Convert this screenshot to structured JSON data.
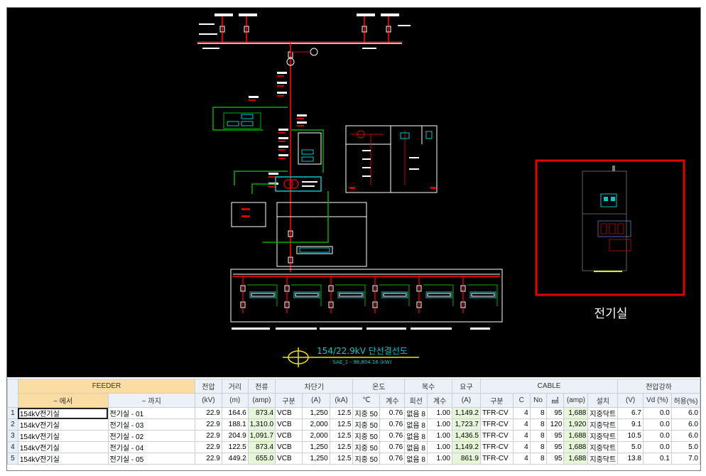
{
  "diagram": {
    "title": "154/22.9kV 단선결선도",
    "subtitle": "SAE_1 - 98,804.16 (kW)",
    "zone_caption": "전기실"
  },
  "colors": {
    "cad_background": "#000000",
    "bus_red": "#d00000",
    "wire_green": "#00b000",
    "wire_white": "#ffffff",
    "accent_cyan": "#00c8c8",
    "highlight_box": "#e60000",
    "title_yellow": "#f2e400"
  },
  "table": {
    "group_headers": {
      "feeder": "FEEDER",
      "voltage": "전압",
      "distance": "거리",
      "current": "전류",
      "breaker": "차단기",
      "temperature": "온도",
      "multiple": "복수",
      "demand": "요구",
      "cable": "CABLE",
      "vdrop": "전압강하"
    },
    "sub_headers": [
      "~ 에서",
      "~ 까지",
      "(kV)",
      "(m)",
      "(amp)",
      "구분",
      "(A)",
      "(kA)",
      "℃",
      "계수",
      "회선",
      "계수",
      "(A)",
      "구분",
      "C",
      "No",
      "㎟",
      "(amp)",
      "설치",
      "(V)",
      "Vd (%)",
      "허용(%)"
    ],
    "rows": [
      {
        "n": "1",
        "from": "154kV전기실",
        "to": "전기실 - 01",
        "kv": "22.9",
        "m": "164.6",
        "amp": "873.4",
        "bk": "VCB",
        "a": "1,250",
        "ka": "12.5",
        "temp": "지중 50",
        "tcoef": "0.76",
        "lines": "없음 8",
        "mcoef": "1.00",
        "demand": "1,149.2",
        "ctype": "TFR-CV",
        "c": "4",
        "no": "8",
        "mm": "95",
        "camp": "1,688",
        "inst": "지중닥트",
        "v": "6.7",
        "vd": "0.0",
        "allow": "6.0"
      },
      {
        "n": "2",
        "from": "154kV전기실",
        "to": "전기실 - 03",
        "kv": "22.9",
        "m": "188.1",
        "amp": "1,310.0",
        "bk": "VCB",
        "a": "2,000",
        "ka": "12.5",
        "temp": "지중 50",
        "tcoef": "0.76",
        "lines": "없음 8",
        "mcoef": "1.00",
        "demand": "1,723.7",
        "ctype": "TFR-CV",
        "c": "4",
        "no": "8",
        "mm": "120",
        "camp": "1,920",
        "inst": "지중닥트",
        "v": "9.1",
        "vd": "0.0",
        "allow": "6.0"
      },
      {
        "n": "3",
        "from": "154kV전기실",
        "to": "전기실 - 02",
        "kv": "22.9",
        "m": "204.9",
        "amp": "1,091.7",
        "bk": "VCB",
        "a": "2,000",
        "ka": "12.5",
        "temp": "지중 50",
        "tcoef": "0.76",
        "lines": "없음 8",
        "mcoef": "1.00",
        "demand": "1,436.5",
        "ctype": "TFR-CV",
        "c": "4",
        "no": "8",
        "mm": "95",
        "camp": "1,688",
        "inst": "지중닥트",
        "v": "10.5",
        "vd": "0.0",
        "allow": "6.0"
      },
      {
        "n": "4",
        "from": "154kV전기실",
        "to": "전기실 - 04",
        "kv": "22.9",
        "m": "122.5",
        "amp": "873.4",
        "bk": "VCB",
        "a": "1,250",
        "ka": "12.5",
        "temp": "지중 50",
        "tcoef": "0.76",
        "lines": "없음 8",
        "mcoef": "1.00",
        "demand": "1,149.2",
        "ctype": "TFR-CV",
        "c": "4",
        "no": "8",
        "mm": "95",
        "camp": "1,688",
        "inst": "지중닥트",
        "v": "5.0",
        "vd": "0.0",
        "allow": "5.0"
      },
      {
        "n": "5",
        "from": "154kV전기실",
        "to": "전기실 - 05",
        "kv": "22.9",
        "m": "449.2",
        "amp": "655.0",
        "bk": "VCB",
        "a": "1,250",
        "ka": "12.5",
        "temp": "지중 50",
        "tcoef": "0.76",
        "lines": "없음 8",
        "mcoef": "1.00",
        "demand": "861.9",
        "ctype": "TFR-CV",
        "c": "4",
        "no": "8",
        "mm": "95",
        "camp": "1,688",
        "inst": "지중닥트",
        "v": "13.8",
        "vd": "0.1",
        "allow": "7.0"
      }
    ]
  }
}
